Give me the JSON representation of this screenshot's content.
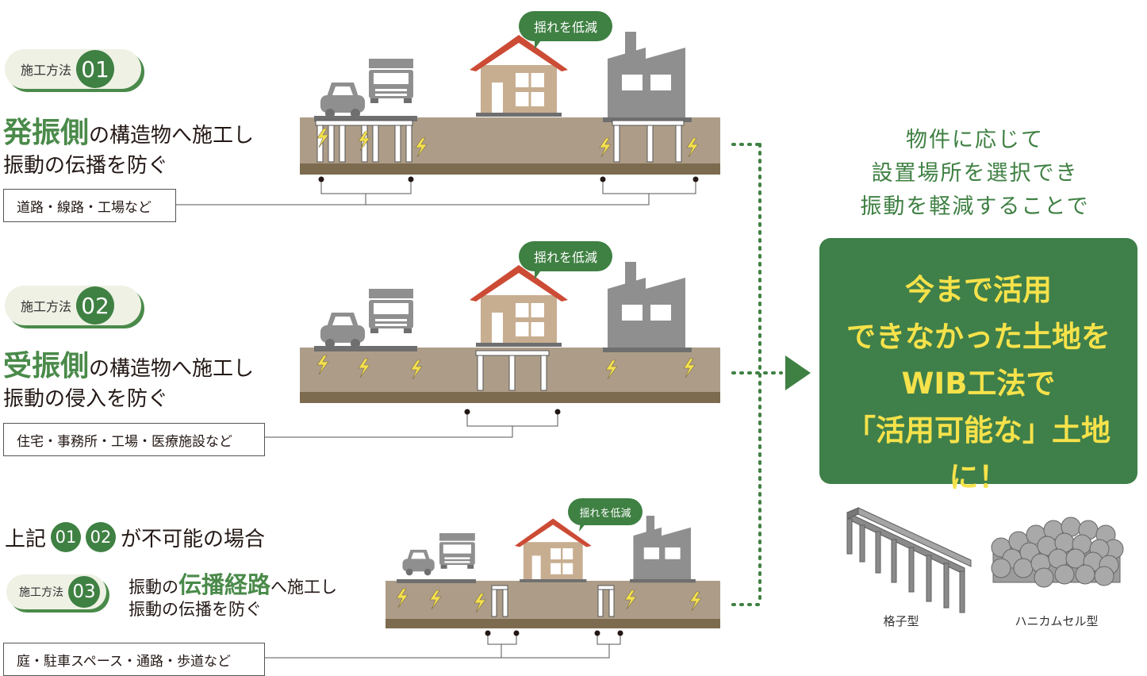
{
  "methods": [
    {
      "label": "施工方法",
      "number": "01",
      "heading_big": "発振側",
      "heading_rest": "の構造物へ施工し",
      "line2": "振動の伝播を防ぐ",
      "tag": "道路・線路・工場など",
      "bubble": "揺れを低減"
    },
    {
      "label": "施工方法",
      "number": "02",
      "heading_big": "受振側",
      "heading_rest": "の構造物へ施工し",
      "line2": "振動の侵入を防ぐ",
      "tag": "住宅・事務所・工場・医療施設など",
      "bubble": "揺れを低減"
    },
    {
      "label": "施工方法",
      "number": "03",
      "prefix": "上記",
      "num_a": "01",
      "num_b": "02",
      "suffix": "が不可能の場合",
      "line1_pre": "振動の",
      "heading_big": "伝播経路",
      "line1_post": "へ施工し",
      "line2": "振動の伝播を防ぐ",
      "tag": "庭・駐車スペース・通路・歩道など",
      "bubble": "揺れを低減"
    }
  ],
  "right": {
    "lines": [
      "物件に応じて",
      "設置場所を選択でき",
      "振動を軽減することで"
    ],
    "box_lines": [
      "今まで活用",
      "できなかった土地を",
      "WIB工法で",
      "「活用可能な」土地に！"
    ],
    "captions": [
      "格子型",
      "ハニカムセル型"
    ]
  },
  "icons": [
    "car-icon",
    "truck-icon",
    "house-icon",
    "factory-icon",
    "lightning-icon",
    "lattice-structure-icon",
    "honeycomb-structure-icon",
    "arrow-right-icon"
  ],
  "colors": {
    "green": "#3f8043",
    "yellow": "#f6e24a",
    "ground": "#ad9d88",
    "soil": "#7d6b4f",
    "house_roof": "#cc4b35",
    "house_wall": "#c8ae91",
    "gray": "#8f8f8f"
  }
}
